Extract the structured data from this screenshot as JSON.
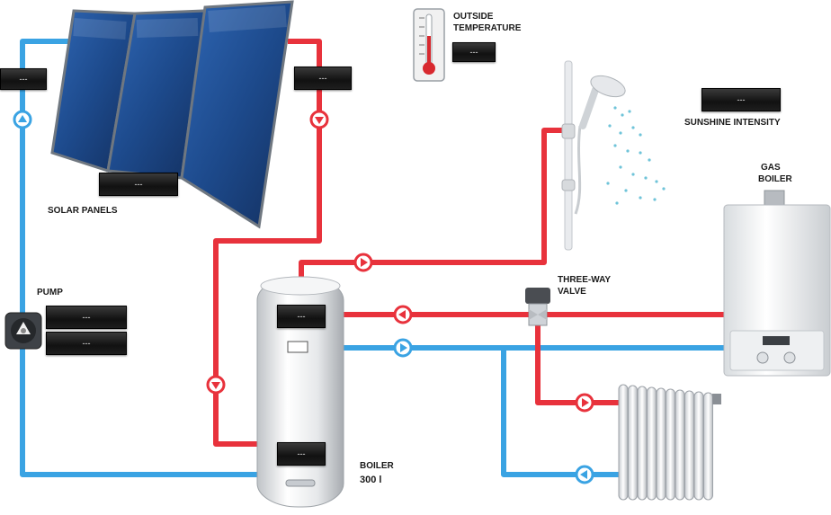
{
  "labels": {
    "solar_panels": "SOLAR PANELS",
    "pump": "PUMP",
    "outside_temperature_1": "OUTSIDE",
    "outside_temperature_2": "TEMPERATURE",
    "sunshine_intensity": "SUNSHINE INTENSITY",
    "gas_boiler_1": "GAS",
    "gas_boiler_2": "BOILER",
    "three_way_valve_1": "THREE-WAY",
    "three_way_valve_2": "VALVE",
    "boiler_1": "BOILER",
    "boiler_2": "300 l"
  },
  "readouts": {
    "panel_inlet": "---",
    "panel_outlet": "---",
    "panel_middle": "---",
    "outside_temperature": "---",
    "sunshine_intensity": "---",
    "pump_1": "---",
    "pump_2": "---",
    "boiler_top": "---",
    "boiler_bottom": "---"
  },
  "colors": {
    "hot_pipe": "#e8323c",
    "cold_pipe": "#3aa3e3",
    "panel": "#1f4e8e",
    "display_bg": "#1a1a1a"
  },
  "icons": {
    "flow_arrow": "circle-arrow-icon",
    "thermometer": "thermometer-icon",
    "shower": "shower-icon",
    "radiator": "radiator-icon"
  }
}
